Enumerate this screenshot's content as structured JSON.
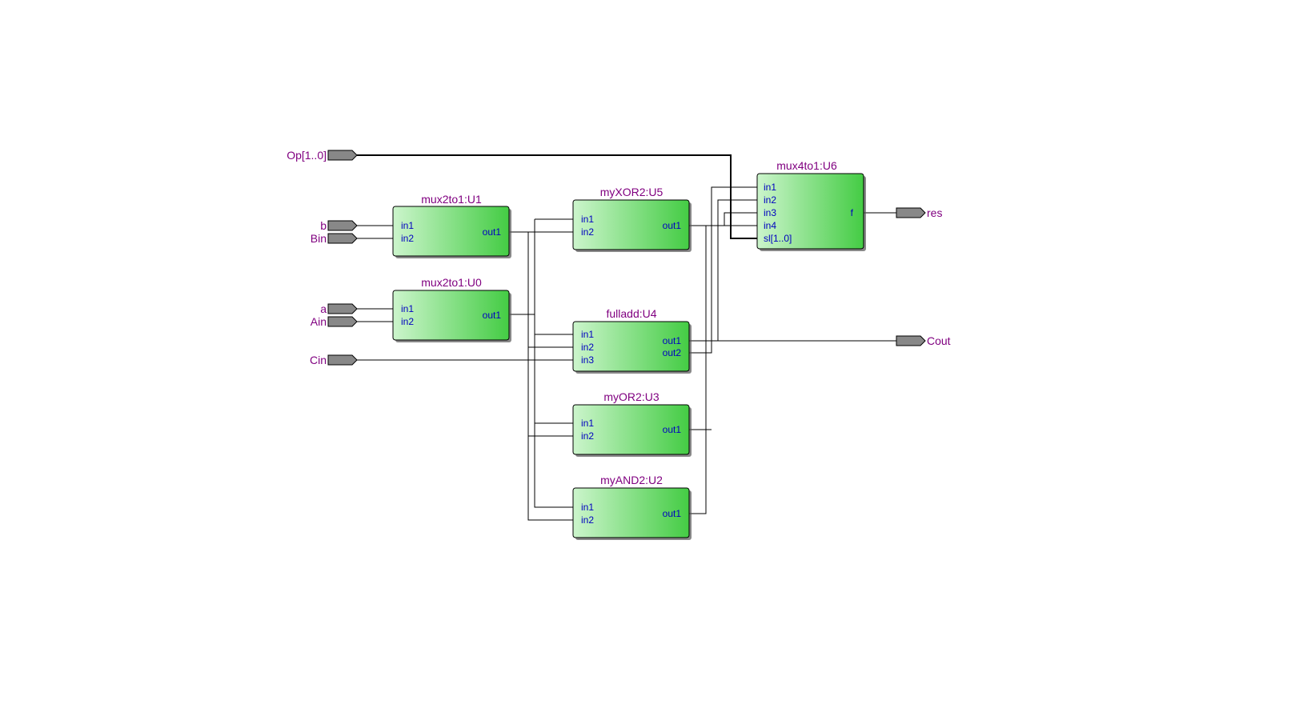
{
  "blocks": {
    "u1": {
      "title": "mux2to1:U1",
      "in1": "in1",
      "in2": "in2",
      "out1": "out1"
    },
    "u0": {
      "title": "mux2to1:U0",
      "in1": "in1",
      "in2": "in2",
      "out1": "out1"
    },
    "u5": {
      "title": "myXOR2:U5",
      "in1": "in1",
      "in2": "in2",
      "out1": "out1"
    },
    "u4": {
      "title": "fulladd:U4",
      "in1": "in1",
      "in2": "in2",
      "in3": "in3",
      "out1": "out1",
      "out2": "out2"
    },
    "u3": {
      "title": "myOR2:U3",
      "in1": "in1",
      "in2": "in2",
      "out1": "out1"
    },
    "u2": {
      "title": "myAND2:U2",
      "in1": "in1",
      "in2": "in2",
      "out1": "out1"
    },
    "u6": {
      "title": "mux4to1:U6",
      "in1": "in1",
      "in2": "in2",
      "in3": "in3",
      "in4": "in4",
      "sl": "sl[1..0]",
      "f": "f"
    }
  },
  "pins": {
    "op": "Op[1..0]",
    "b": "b",
    "bin": "Bin",
    "a": "a",
    "ain": "Ain",
    "cin": "Cin",
    "res": "res",
    "cout": "Cout"
  },
  "colors": {
    "block_left": "#ccf5cc",
    "block_right": "#44cc44",
    "pin_fill": "#888888",
    "title": "#800080",
    "port": "#0000c0"
  }
}
